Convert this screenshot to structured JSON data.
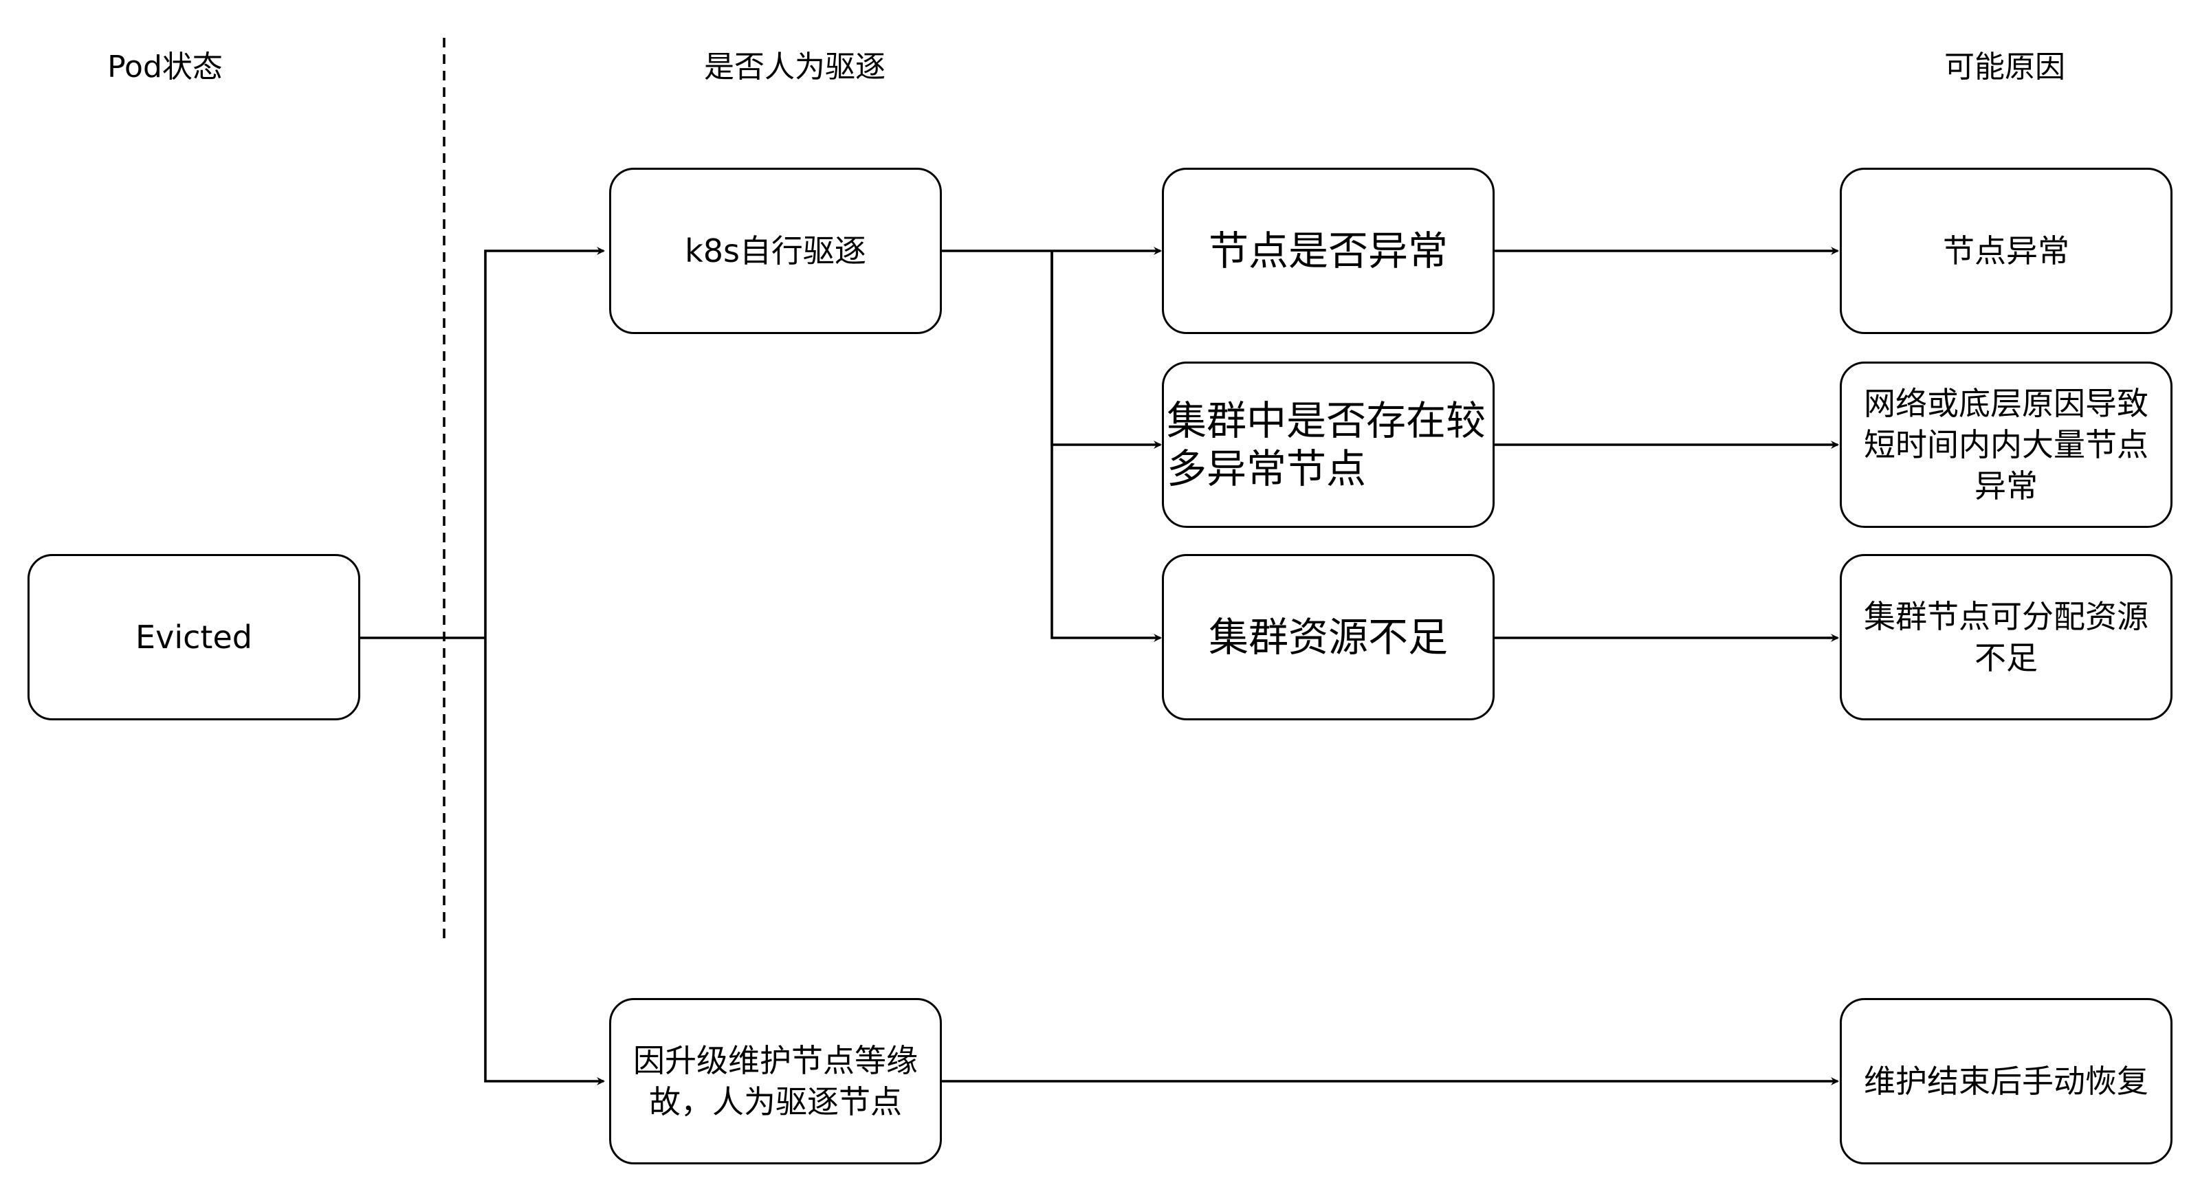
{
  "headers": {
    "pod_status": "Pod状态",
    "manual_evict": "是否人为驱逐",
    "possible_reason": "可能原因"
  },
  "nodes": {
    "evicted": "Evicted",
    "k8s_self_evict": "k8s自行驱逐",
    "manual_evict_reason": "因升级维护节点等缘故，人为驱逐节点",
    "node_abnormal_q": "节点是否异常",
    "many_abnormal_nodes_q": "集群中是否存在较多异常节点",
    "resource_shortage_q": "集群资源不足",
    "node_abnormal": "节点异常",
    "network_cause": "网络或底层原因导致短时间内内大量节点异常",
    "allocatable_shortage": "集群节点可分配资源不足",
    "manual_restore": "维护结束后手动恢复"
  }
}
